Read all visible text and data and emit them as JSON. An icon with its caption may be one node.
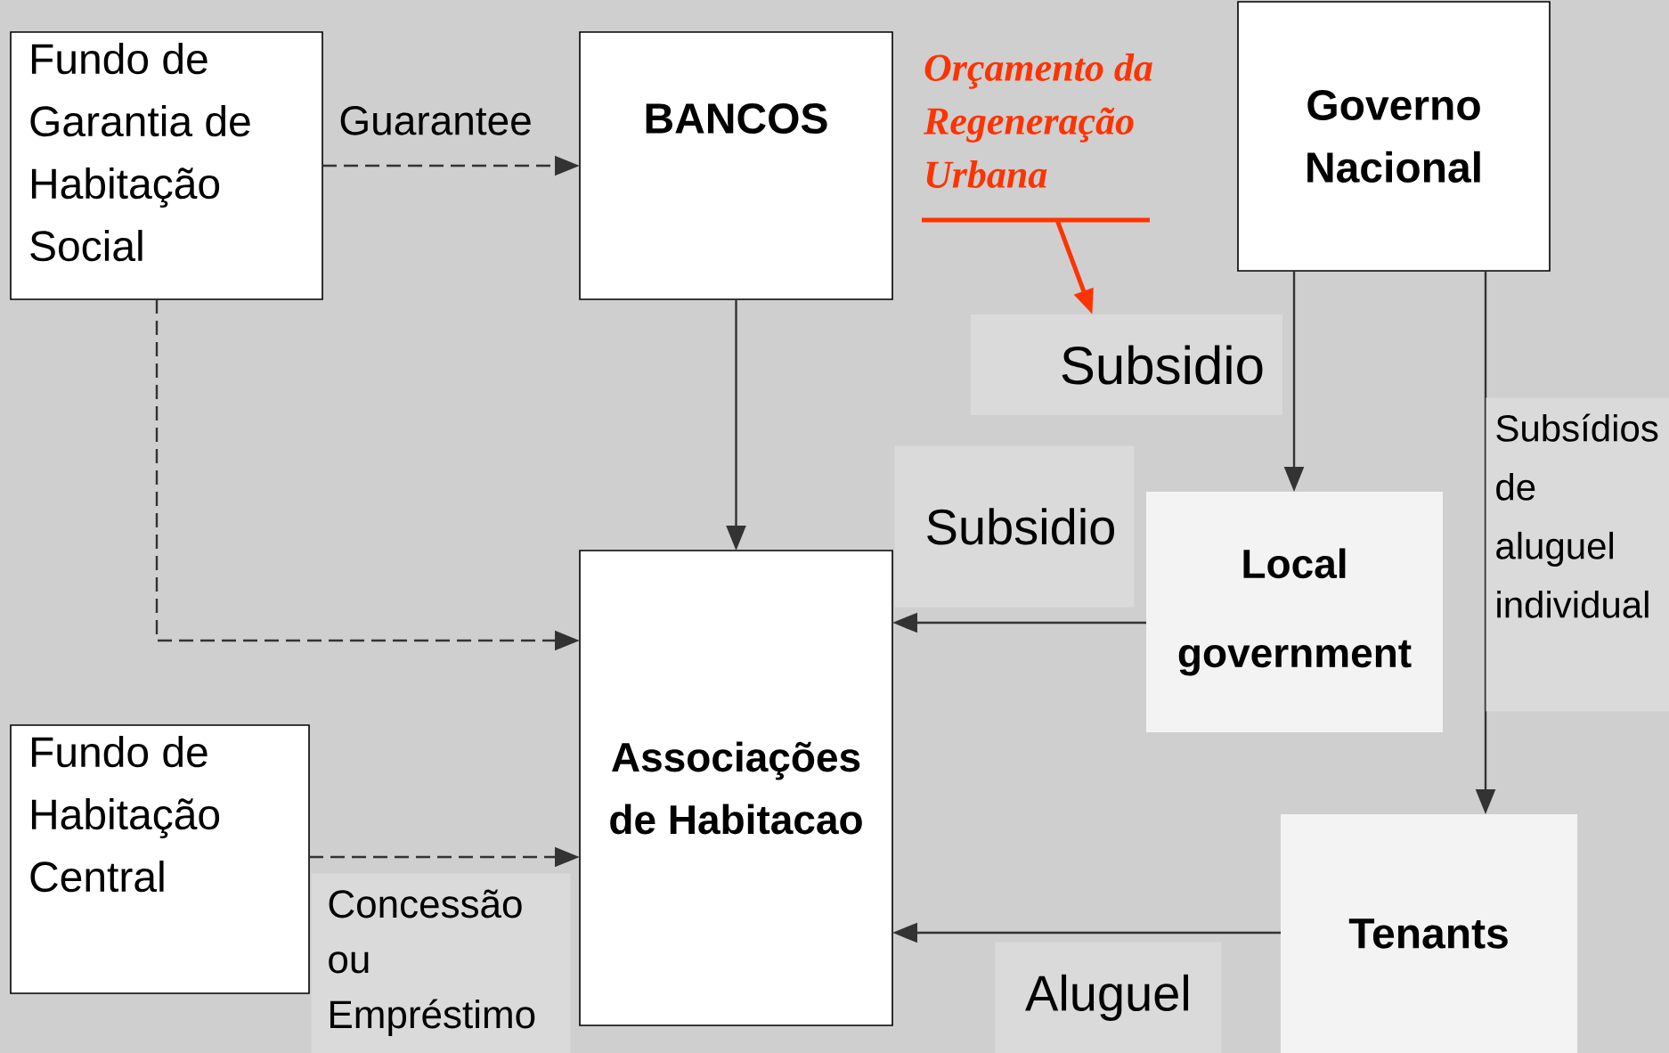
{
  "diagram": {
    "nodes": [
      {
        "text": [
          "Fundo de Garantia de Habitação Social"
        ]
      },
      {
        "text": [
          "BANCOS"
        ]
      },
      {
        "text": [
          "Orçamento da Regeneração Urbana"
        ]
      },
      {
        "text": [
          "Governo Nacional"
        ]
      },
      {
        "text": [
          "Subsidio"
        ]
      },
      {
        "text": [
          "Local government"
        ]
      },
      {
        "text": [
          "Associações de Habitacao"
        ]
      },
      {
        "text": [
          "Fundo de Habitação Central"
        ]
      },
      {
        "text": [
          "Tenants"
        ]
      }
    ],
    "edges": [
      {
        "from": 0,
        "to": 1,
        "arrow": "to",
        "label": "Guarantee",
        "style": "dashed"
      },
      {
        "from": 1,
        "to": 6,
        "arrow": "to"
      },
      {
        "from": 0,
        "to": 6,
        "arrow": "to",
        "style": "dashed"
      },
      {
        "from": 7,
        "to": 6,
        "arrow": "to",
        "label": "Concessão ou Empréstimo",
        "style": "dashed"
      },
      {
        "from": 2,
        "to": 4,
        "arrow": "to",
        "color": "#ff3300"
      },
      {
        "from": 3,
        "to": 5,
        "arrow": "to"
      },
      {
        "from": 5,
        "to": 6,
        "arrow": "to",
        "label": "Subsidio"
      },
      {
        "from": 3,
        "to": 8,
        "arrow": "to",
        "label": "Subsídios de aluguel individual"
      },
      {
        "from": 8,
        "to": 6,
        "arrow": "to",
        "label": "Aluguel"
      }
    ]
  }
}
